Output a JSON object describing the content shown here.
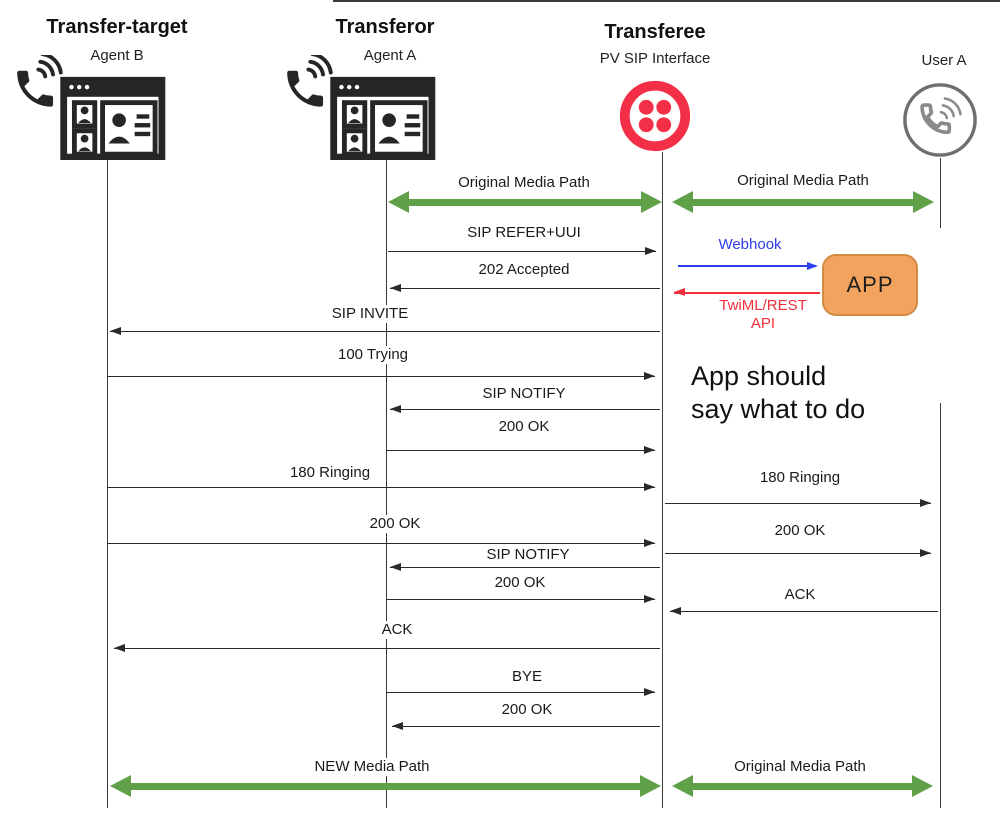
{
  "actors": [
    {
      "id": "transfer-target",
      "title": "Transfer-target",
      "subtitle": "Agent B",
      "icon": "agent-phone-browser"
    },
    {
      "id": "transferor",
      "title": "Transferor",
      "subtitle": "Agent A",
      "icon": "agent-phone-browser"
    },
    {
      "id": "transferee",
      "title": "Transferee",
      "subtitle": "PV SIP Interface",
      "icon": "twilio-logo"
    },
    {
      "id": "user-a",
      "title": "",
      "subtitle": "User A",
      "icon": "phone-in-circle"
    }
  ],
  "media_paths": [
    {
      "label": "Original Media Path",
      "between": [
        "transferor",
        "transferee"
      ],
      "position": "top"
    },
    {
      "label": "Original Media Path",
      "between": [
        "transferee",
        "user-a"
      ],
      "position": "top"
    },
    {
      "label": "NEW Media Path",
      "between": [
        "transfer-target",
        "transferee"
      ],
      "position": "bottom"
    },
    {
      "label": "Original Media Path",
      "between": [
        "transferee",
        "user-a"
      ],
      "position": "bottom"
    }
  ],
  "messages": [
    {
      "label": "SIP REFER+UUI",
      "from": "transferor",
      "to": "transferee"
    },
    {
      "label": "202 Accepted",
      "from": "transferee",
      "to": "transferor"
    },
    {
      "label": "SIP INVITE",
      "from": "transferee",
      "to": "transfer-target"
    },
    {
      "label": "100 Trying",
      "from": "transfer-target",
      "to": "transferee"
    },
    {
      "label": "SIP NOTIFY",
      "from": "transferee",
      "to": "transferor"
    },
    {
      "label": "200 OK",
      "from": "transferor",
      "to": "transferee"
    },
    {
      "label": "180 Ringing",
      "from": "transfer-target",
      "to": "transferee"
    },
    {
      "label": "180 Ringing",
      "from": "transferee",
      "to": "user-a"
    },
    {
      "label": "200 OK",
      "from": "transfer-target",
      "to": "transferee"
    },
    {
      "label": "200 OK",
      "from": "transferee",
      "to": "user-a"
    },
    {
      "label": "SIP NOTIFY",
      "from": "transferee",
      "to": "transferor"
    },
    {
      "label": "200 OK",
      "from": "transferor",
      "to": "transferee"
    },
    {
      "label": "ACK",
      "from": "user-a",
      "to": "transferee"
    },
    {
      "label": "ACK",
      "from": "transferee",
      "to": "transfer-target"
    },
    {
      "label": "BYE",
      "from": "transferor",
      "to": "transferee"
    },
    {
      "label": "200 OK",
      "from": "transferee",
      "to": "transferor"
    }
  ],
  "app_integration": {
    "app_box_label": "APP",
    "webhook_label": "Webhook",
    "api_label_line1": "TwiML/REST",
    "api_label_line2": "API"
  },
  "note": {
    "line1": "App should",
    "line2": "say what to do"
  },
  "colors": {
    "media_path_green": "#5fa049",
    "webhook_blue": "#2c3fe8",
    "api_red": "#f2303d",
    "app_box_fill": "#f2a35e",
    "app_box_border": "#cf8b42",
    "twilio_red": "#f22f46",
    "message_line": "#2a2a2a"
  }
}
